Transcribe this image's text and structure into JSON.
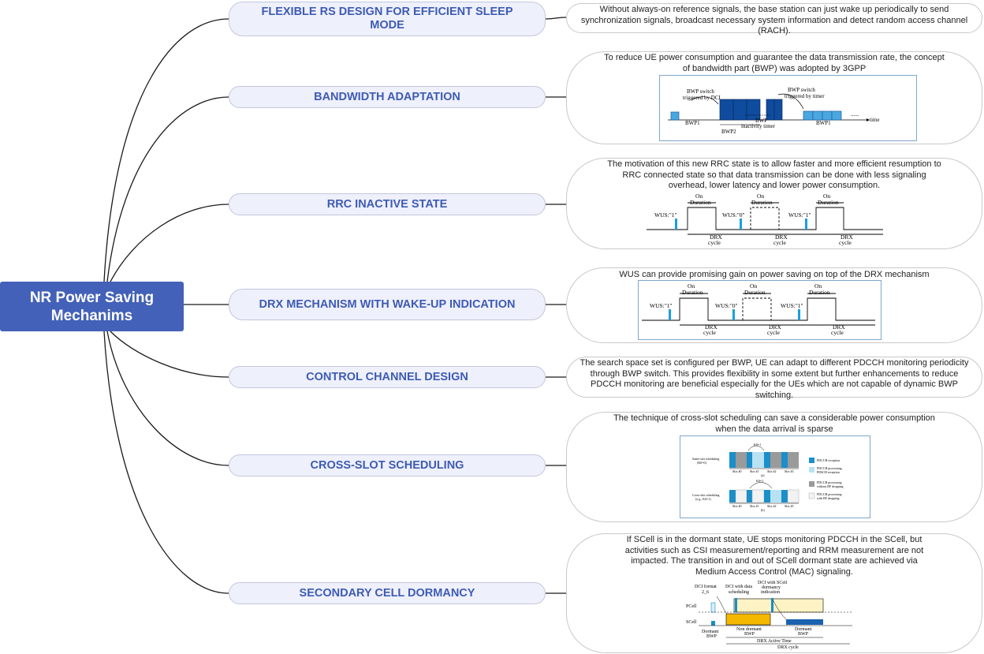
{
  "root": {
    "line1": "NR Power Saving",
    "line2": "Mechanims"
  },
  "branches": [
    {
      "line1": "FLEXIBLE RS DESIGN FOR EFFICIENT SLEEP",
      "line2": "MODE",
      "detail": {
        "lines": [
          "Without always-on reference signals, the base station can just wake up periodically to send",
          "synchronization signals, broadcast necessary system information and detect random access channel",
          "(RACH)."
        ]
      }
    },
    {
      "title": "BANDWIDTH ADAPTATION",
      "detail": {
        "lines": [
          "To reduce UE power consumption and guarantee the data transmission rate, the concept",
          "of bandwidth part (BWP) was adopted by 3GPP"
        ]
      }
    },
    {
      "title": "RRC INACTIVE STATE",
      "detail": {
        "lines": [
          "The motivation of this new RRC state is to allow faster and more efficient resumption to",
          "RRC connected state so that data transmission can be done with less signaling",
          "overhead, lower latency and lower power consumption."
        ]
      }
    },
    {
      "title": "DRX MECHANISM WITH WAKE-UP INDICATION",
      "detail": {
        "lines": [
          "WUS can provide promising gain on power saving on top of the DRX mechanism"
        ]
      }
    },
    {
      "title": "CONTROL CHANNEL DESIGN",
      "detail": {
        "lines": [
          "The search space set is configured per BWP, UE can adapt to different PDCCH monitoring periodicity",
          "through BWP switch. This provides flexibility in some extent but further enhancements to reduce",
          "PDCCH monitoring are beneficial especially for the UEs which are not capable of dynamic BWP",
          "switching."
        ]
      }
    },
    {
      "title": "CROSS-SLOT SCHEDULING",
      "detail": {
        "lines": [
          "The technique of cross-slot scheduling can save a considerable power consumption",
          "when the data arrival is sparse"
        ]
      }
    },
    {
      "title": "SECONDARY CELL DORMANCY",
      "detail": {
        "lines": [
          "If SCell is in the dormant state, UE stops monitoring PDCCH in the SCell, but",
          "activities such as CSI measurement/reporting and RRM measurement are not",
          "impacted. The transition in and out of SCell dormant state are achieved via",
          "Medium Access Control (MAC) signaling."
        ]
      }
    }
  ],
  "figures": {
    "bwp": {
      "bwp_switch_dci": "BWP switch",
      "triggered_dci": "triggered by DCI",
      "bwp_switch_timer": "BWP switch",
      "triggered_timer": "triggered by timer",
      "bwp1": "BWP1",
      "bwp2": "BWP2",
      "bwp1b": "BWP1",
      "inactivity1": "BWP",
      "inactivity2": "inactivity timer",
      "time": "time",
      "dots": "......"
    },
    "drx": {
      "on": "On",
      "duration": "Duration",
      "wus1": "WUS:\"1\"",
      "wus0": "WUS:\"0\"",
      "drx": "DRX",
      "cycle": "cycle"
    },
    "cross": {
      "same_slot": "Same-slot scheduling",
      "same_slot_k": "(K0=0)",
      "cross_slot": "Cross-slot scheduling",
      "cross_slot_k": "(e.g., K0=1)",
      "k0": "K0=1",
      "slot0": "Slot #0",
      "slot1": "Slot #1",
      "slot2": "Slot #2",
      "slot3": "Slot #3",
      "cap_a": "(a)",
      "cap_b": "(b)",
      "legend": [
        {
          "line1": "PDCCH reception",
          "line2": "",
          "color": "#1a8fc9"
        },
        {
          "line1": "PDCCH processing,",
          "line2": "PDSCH reception",
          "color": "#b8e2f4"
        },
        {
          "line1": "PDCCH processing",
          "line2": "without RF dropping",
          "color": "#9a9a9a"
        },
        {
          "line1": "PDCCH processing",
          "line2": "with RF dropping",
          "color": "#f2f2f2"
        }
      ]
    },
    "scell": {
      "dci_format_a": "DCI format",
      "dci_format_b": "2_6",
      "dci_data_a": "DCI with data",
      "dci_data_b": "scheduling",
      "dci_scell_a": "DCI with SCell",
      "dci_scell_b": "dormancy",
      "dci_scell_c": "indication",
      "pcell": "PCell",
      "scell": "SCell",
      "dormant": "Dormant",
      "bwp": "BWP",
      "non_dormant": "Non dormant",
      "drx_active": "DRX Active Time",
      "drx_cycle": "DRX cycle"
    }
  },
  "colors": {
    "root_bg": "#4361b8",
    "branch_text": "#3e5bb4",
    "branch_bg": "#eef0fb",
    "connector": "#1a1a1a"
  }
}
